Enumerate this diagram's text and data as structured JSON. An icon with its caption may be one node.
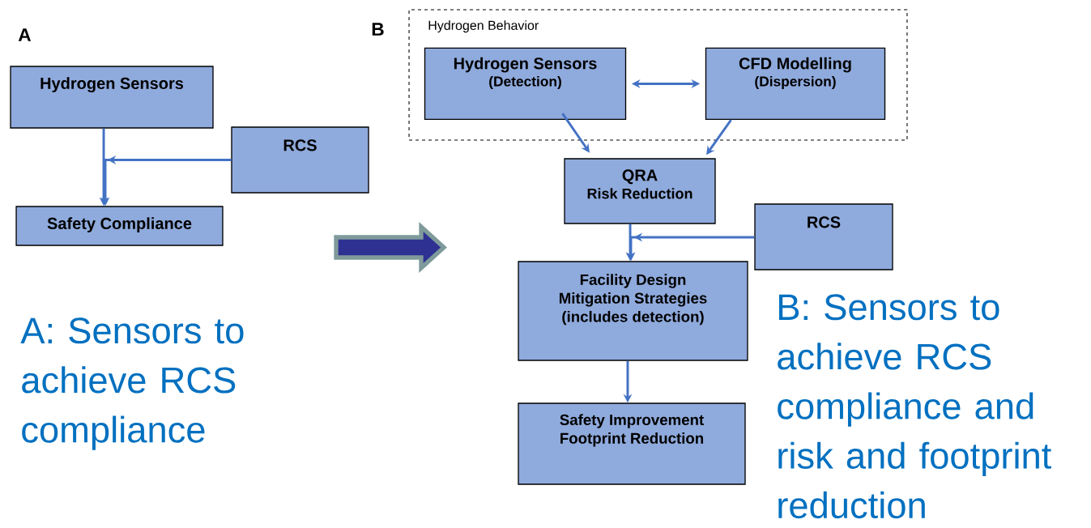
{
  "diagram": {
    "nodes": [
      {
        "text": [
          "Hydrogen Sensors"
        ]
      },
      {
        "text": [
          "RCS"
        ]
      },
      {
        "text": [
          "Safety Compliance"
        ]
      },
      {
        "text": [
          "Hydrogen Behavior"
        ]
      },
      {
        "text": [
          "Hydrogen Sensors",
          "(Detection)"
        ],
        "in": 3
      },
      {
        "text": [
          "CFD Modelling",
          "(Dispersion)"
        ],
        "in": 3
      },
      {
        "text": [
          "QRA",
          "Risk Reduction"
        ]
      },
      {
        "text": [
          "RCS"
        ]
      },
      {
        "text": [
          "Facility Design",
          "Mitigation Strategies",
          "(includes detection)"
        ]
      },
      {
        "text": [
          "Safety Improvement",
          "Footprint Reduction"
        ]
      }
    ],
    "edges": [
      {
        "from": 0,
        "to": 2,
        "arrow": "to"
      },
      {
        "from": 1,
        "to": 2,
        "arrow": "to"
      },
      {
        "from": 4,
        "to": 5,
        "arrow": "both"
      },
      {
        "from": 4,
        "to": 6,
        "arrow": "to"
      },
      {
        "from": 5,
        "to": 6,
        "arrow": "to"
      },
      {
        "from": 6,
        "to": 8,
        "arrow": "to"
      },
      {
        "from": 7,
        "to": 8,
        "arrow": "to"
      },
      {
        "from": 8,
        "to": 9,
        "arrow": "to"
      }
    ],
    "labels": [
      "A",
      "B",
      "A: Sensors to achieve RCS compliance",
      "B: Sensors to achieve RCS compliance and risk and footprint reduction"
    ]
  }
}
